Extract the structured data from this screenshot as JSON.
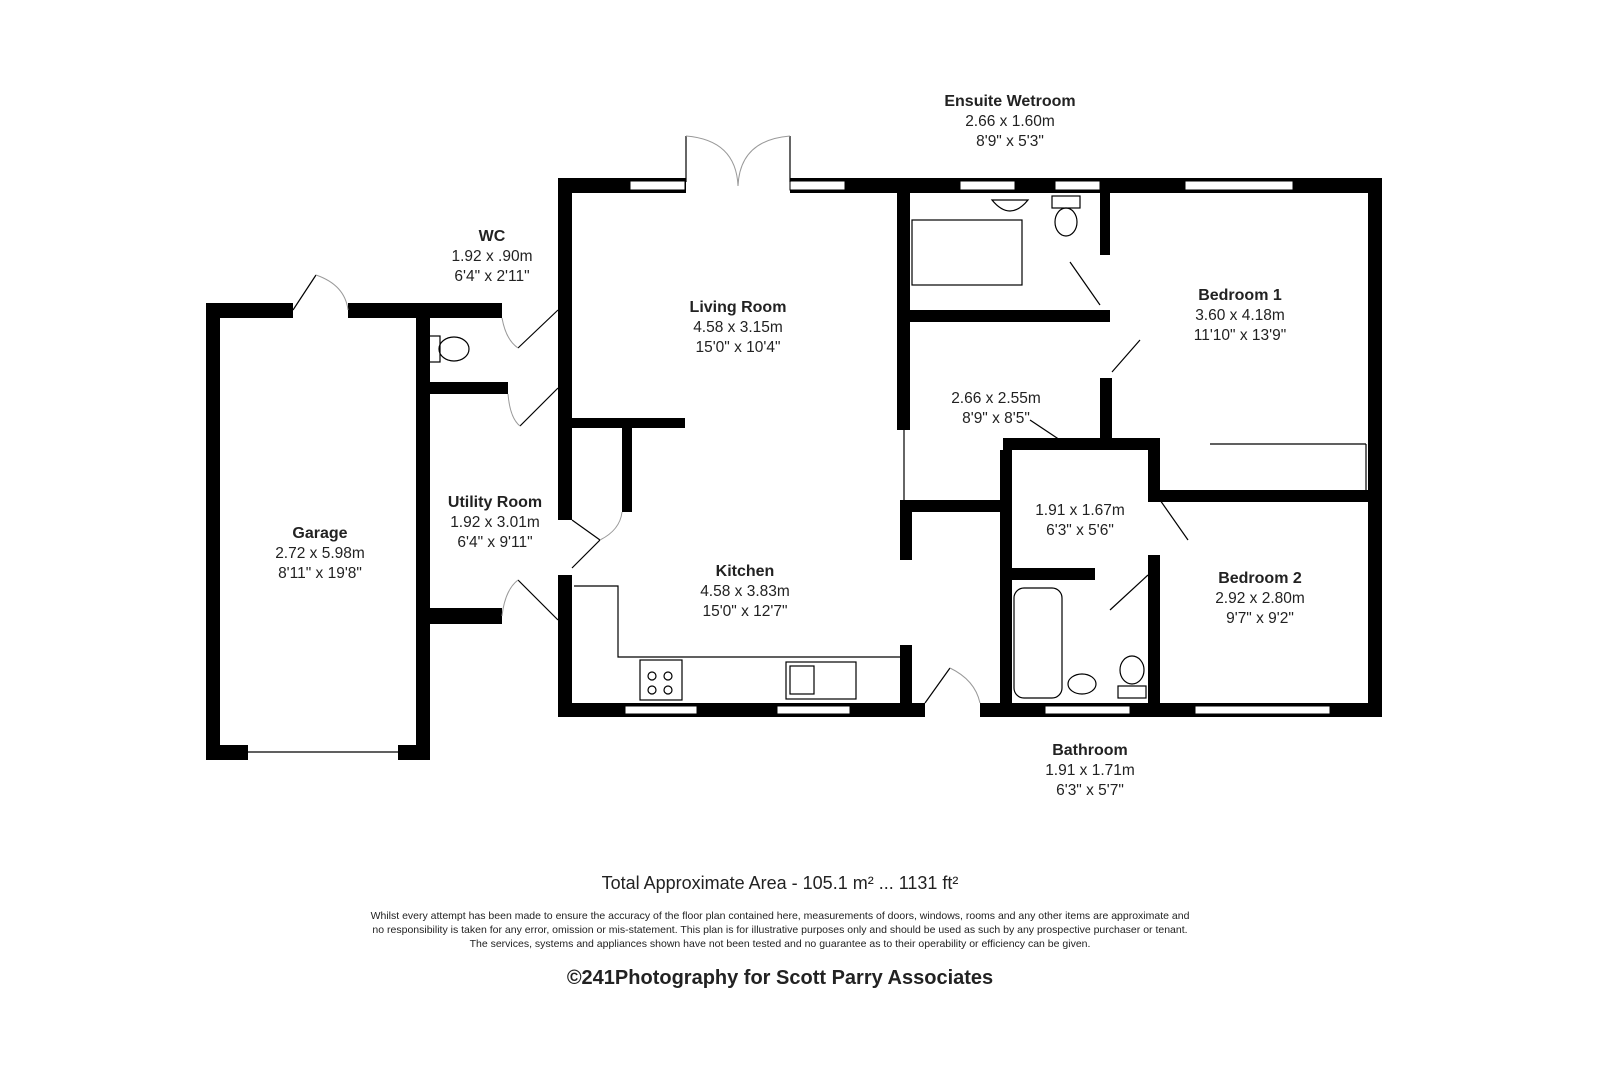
{
  "rooms": {
    "ensuite": {
      "name": "Ensuite Wetroom",
      "metric": "2.66 x 1.60m",
      "imperial": "8'9\" x 5'3\""
    },
    "wc": {
      "name": "WC",
      "metric": "1.92 x .90m",
      "imperial": "6'4\" x 2'11\""
    },
    "living": {
      "name": "Living Room",
      "metric": "4.58 x 3.15m",
      "imperial": "15'0\" x 10'4\""
    },
    "bedroom1": {
      "name": "Bedroom 1",
      "metric": "3.60 x 4.18m",
      "imperial": "11'10\" x 13'9\""
    },
    "hall": {
      "metric": "2.66 x 2.55m",
      "imperial": "8'9\" x 8'5\""
    },
    "garage": {
      "name": "Garage",
      "metric": "2.72 x 5.98m",
      "imperial": "8'11\" x 19'8\""
    },
    "utility": {
      "name": "Utility Room",
      "metric": "1.92 x 3.01m",
      "imperial": "6'4\" x 9'11\""
    },
    "store": {
      "metric": "1.91 x 1.67m",
      "imperial": "6'3\" x 5'6\""
    },
    "kitchen": {
      "name": "Kitchen",
      "metric": "4.58 x 3.83m",
      "imperial": "15'0\" x 12'7\""
    },
    "bedroom2": {
      "name": "Bedroom 2",
      "metric": "2.92 x 2.80m",
      "imperial": "9'7\" x 9'2\""
    },
    "bathroom": {
      "name": "Bathroom",
      "metric": "1.91 x 1.71m",
      "imperial": "6'3\" x 5'7\""
    }
  },
  "footer": {
    "total_area": "Total Approximate Area - 105.1 m² ... 1131 ft²",
    "disclaimer_1": "Whilst every attempt has been made to ensure the accuracy of the floor plan contained here, measurements of doors, windows, rooms and any other items are approximate and",
    "disclaimer_2": "no responsibility is taken for any error, omission or mis-statement. This plan is for illustrative purposes only and should be used as such by any prospective purchaser or tenant.",
    "disclaimer_3": "The services, systems and appliances shown have not been tested and no guarantee as to their operability or efficiency can be given.",
    "copyright": "©241Photography for Scott Parry Associates"
  }
}
